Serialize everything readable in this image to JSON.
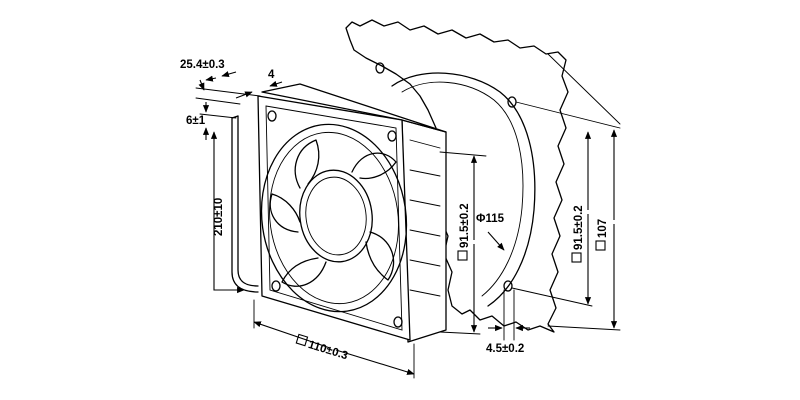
{
  "dimensions": {
    "lead_strip": "25.4±0.3",
    "frame_depth": "4",
    "lead_end": "6±1",
    "lead_length": "210±10",
    "frame_width": "110±0.3",
    "hole_pitch_front": "91.5±0.2",
    "hole_pitch_rear": "91.5±0.2",
    "panel_size": "107",
    "cutout_diameter": "Φ115",
    "hole_diameter": "4.5±0.2"
  },
  "square_symbol": "□"
}
